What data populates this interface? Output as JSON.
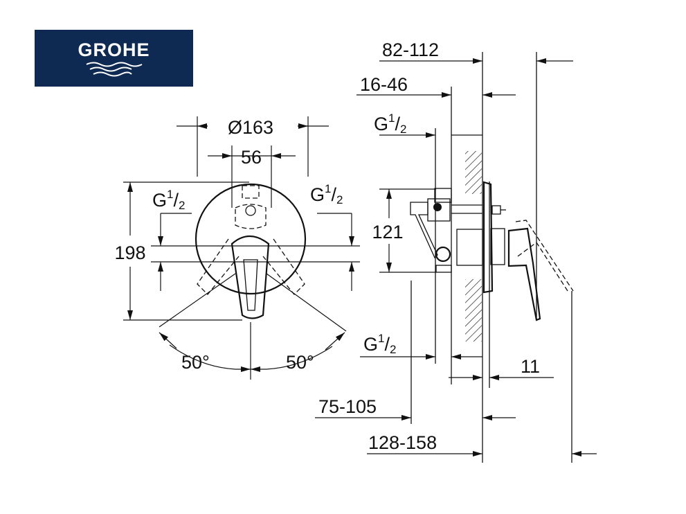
{
  "logo": {
    "text": "GROHE",
    "bg_color": "#0f2a52"
  },
  "front_view": {
    "diameter": "Ø163",
    "center_distance": "56",
    "height": "198",
    "angle_left": "50°",
    "angle_right": "50°",
    "thread_left": {
      "base": "G",
      "num": "1",
      "sep": "/",
      "den": "2"
    },
    "thread_right": {
      "base": "G",
      "num": "1",
      "sep": "/",
      "den": "2"
    }
  },
  "side_view": {
    "depth_total": "82-112",
    "depth_wall": "16-46",
    "thread_top": {
      "base": "G",
      "num": "1",
      "sep": "/",
      "den": "2"
    },
    "height": "121",
    "thread_bottom": {
      "base": "G",
      "num": "1",
      "sep": "/",
      "den": "2"
    },
    "plate": "11",
    "depth_a": "75-105",
    "depth_b": "128-158"
  }
}
